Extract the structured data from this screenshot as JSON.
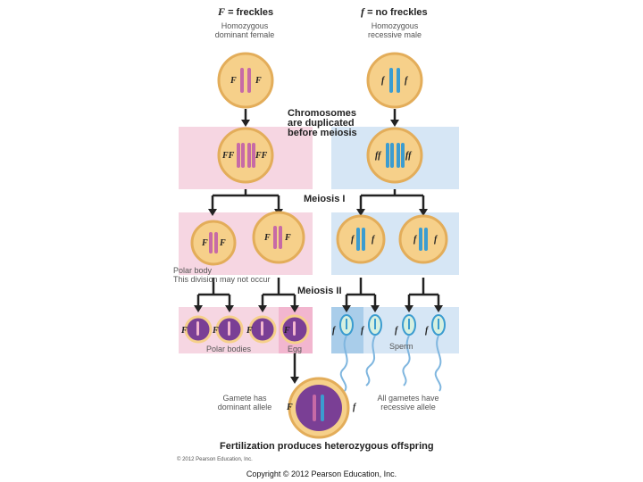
{
  "legend": {
    "dominant_symbol": "F",
    "dominant_text": "= freckles",
    "recessive_symbol": "f",
    "recessive_text": "= no freckles"
  },
  "parents": {
    "female_label": "Homozygous\ndominant female",
    "male_label": "Homozygous\nrecessive male"
  },
  "steps": {
    "duplication": "Chromosomes\nare duplicated\nbefore meiosis",
    "meiosis1": "Meiosis I",
    "meiosis2": "Meiosis II",
    "fertilization": "Fertilization produces heterozygous offspring"
  },
  "notes": {
    "polar_body": "Polar body\nThis division may not occur",
    "polar_bodies": "Polar bodies",
    "egg": "Egg",
    "sperm": "Sperm",
    "gamete_dominant": "Gamete has\ndominant allele",
    "gamete_recessive": "All gametes have\nrecessive allele"
  },
  "alleles": {
    "dominant": "F",
    "dominant_pair": "FF",
    "recessive": "f",
    "recessive_pair": "ff"
  },
  "credits": {
    "inner": "© 2012 Pearson Education, Inc.",
    "footer": "Copyright © 2012 Pearson Education, Inc."
  },
  "colors": {
    "pink_panel": "#f6d6e2",
    "blue_panel": "#d6e6f5",
    "cell_fill": "#f6d08a",
    "cell_edge": "#e3ad5a",
    "pink_chromosome": "#c76aa6",
    "blue_chromosome": "#3b9cd0",
    "purple_cell": "#7a3f95"
  }
}
